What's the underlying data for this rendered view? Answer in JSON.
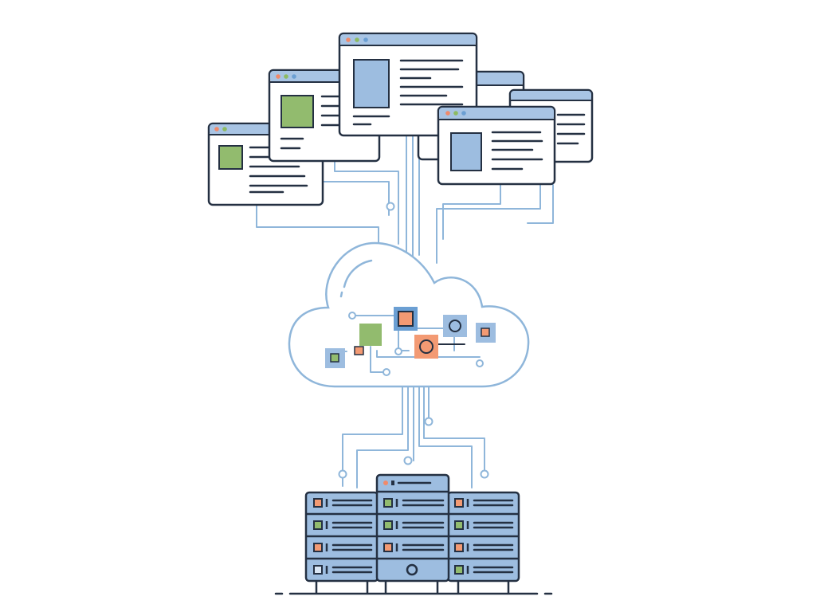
{
  "colors": {
    "background": "#ffffff",
    "outline": "#243042",
    "panel_blue": "#9dbde0",
    "window_bar": "#a8c4e4",
    "connector": "#8fb6da",
    "green": "#92bb6e",
    "orange": "#f39a73",
    "red_dot": "#f08a6b",
    "green_dot": "#8dbb62",
    "blue_dot": "#6b9fd3"
  },
  "windows": [
    {
      "name": "window-far-left",
      "icon": "green-thumbnail"
    },
    {
      "name": "window-left",
      "icon": "green-thumbnail"
    },
    {
      "name": "window-center",
      "icon": "blue-document-thumbnail"
    },
    {
      "name": "window-back-right",
      "icon": "none"
    },
    {
      "name": "window-far-right",
      "icon": "none"
    },
    {
      "name": "window-right",
      "icon": "blue-document-thumbnail"
    }
  ],
  "cloud": {
    "icon": "cloud-network-icon",
    "node_count": 6
  },
  "server": {
    "icon": "server-rack-icon",
    "rows": 4,
    "columns": 3
  }
}
